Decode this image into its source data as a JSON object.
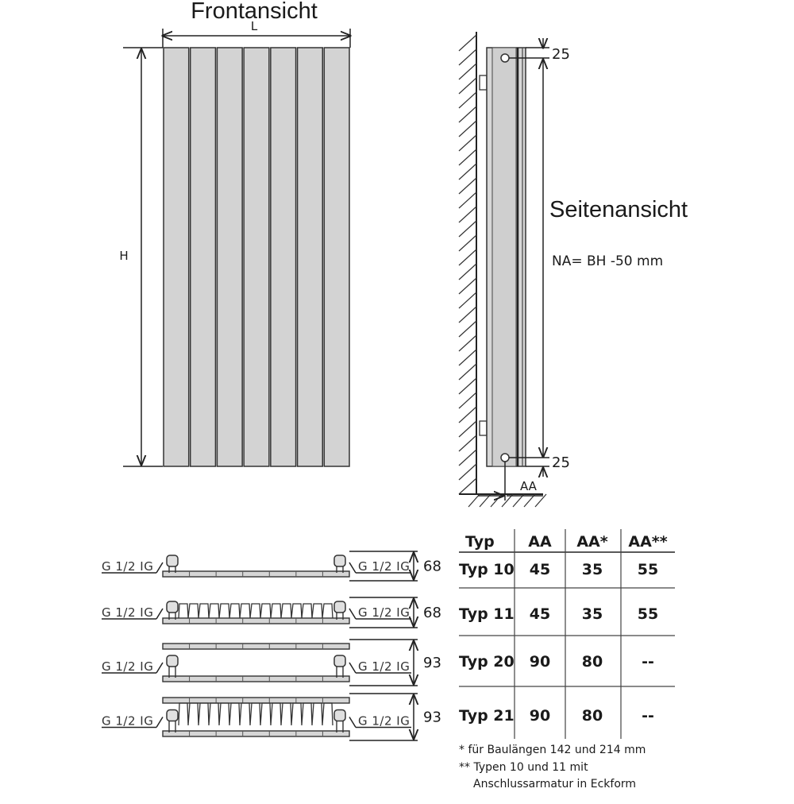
{
  "front": {
    "title": "Frontansicht",
    "length_label": "L",
    "height_label": "H",
    "panel_count": 7
  },
  "side": {
    "title": "Seitenansicht",
    "note": "NA= BH -50 mm",
    "top_offset": "25",
    "bottom_offset": "25",
    "aa_label": "AA"
  },
  "sections": [
    {
      "type": "Typ 10",
      "left_conn": "G 1/2 IG",
      "right_conn": "G 1/2 IG",
      "depth": "68",
      "plates": 1,
      "fins": false
    },
    {
      "type": "Typ 11",
      "left_conn": "G 1/2 IG",
      "right_conn": "G 1/2 IG",
      "depth": "68",
      "plates": 1,
      "fins": true
    },
    {
      "type": "Typ 20",
      "left_conn": "G 1/2 IG",
      "right_conn": "G 1/2 IG",
      "depth": "93",
      "plates": 2,
      "fins": false
    },
    {
      "type": "Typ 21",
      "left_conn": "G 1/2 IG",
      "right_conn": "G 1/2 IG",
      "depth": "93",
      "plates": 2,
      "fins": true
    }
  ],
  "table": {
    "headers": [
      "Typ",
      "AA",
      "AA*",
      "AA**"
    ],
    "rows": [
      [
        "Typ 10",
        "45",
        "35",
        "55"
      ],
      [
        "Typ 11",
        "45",
        "35",
        "55"
      ],
      [
        "Typ 20",
        "90",
        "80",
        "--"
      ],
      [
        "Typ 21",
        "90",
        "80",
        "--"
      ]
    ]
  },
  "footnotes": [
    "*  für Baulängen 142 und 214 mm",
    "** Typen 10 und 11 mit",
    "Anschlussarmatur in Eckform"
  ]
}
